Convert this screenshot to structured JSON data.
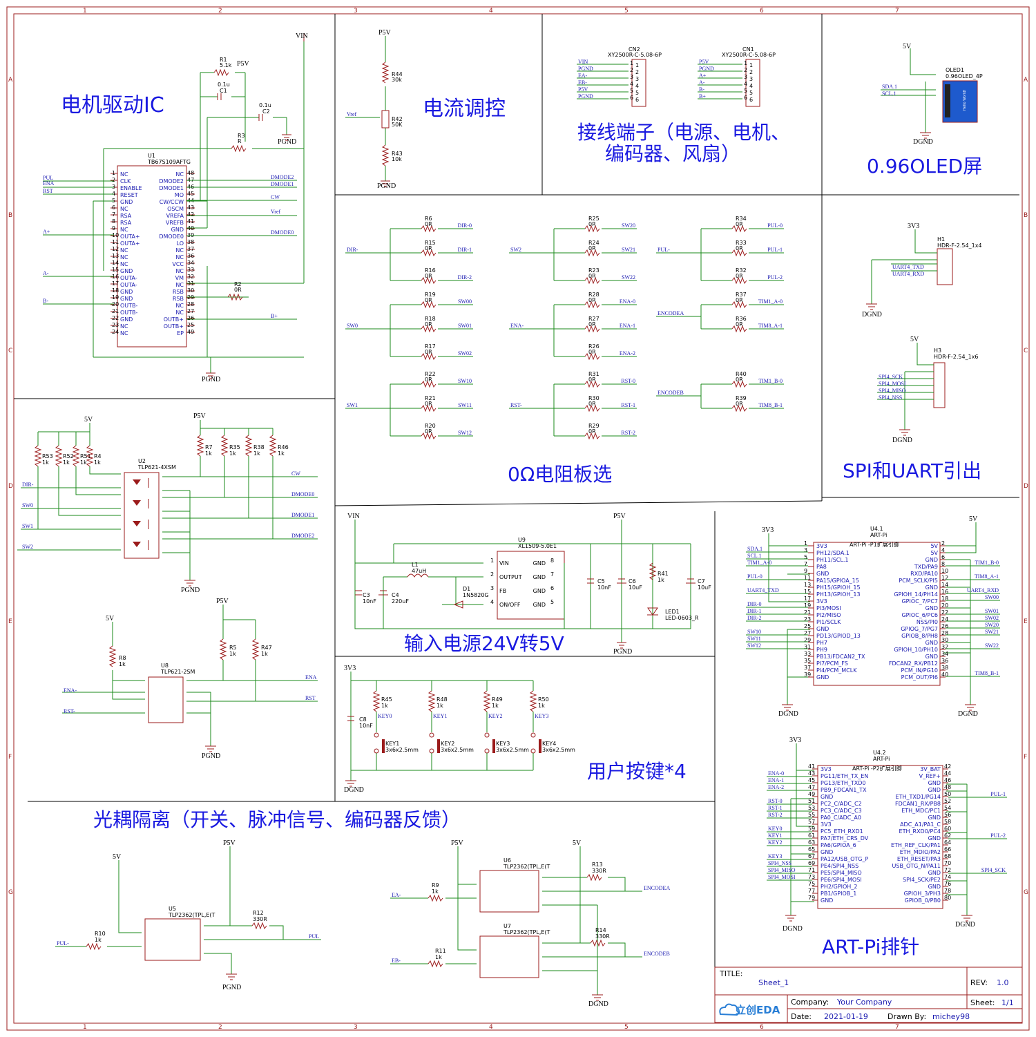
{
  "sections": {
    "motor": "电机驱动IC",
    "current": "电流调控",
    "terminals_1": "接线端子（电源、电机、",
    "terminals_2": "编码器、风扇）",
    "oled": "0.96OLED屏",
    "resistors": "0Ω电阻板选",
    "spi_uart": "SPI和UART引出",
    "power": "输入电源24V转5V",
    "keys": "用户按键*4",
    "opto": "光耦隔离（开关、脉冲信号、编码器反馈）",
    "artpi": "ART-Pi排针"
  },
  "col_labels": [
    "1",
    "2",
    "3",
    "4",
    "5",
    "6",
    "7"
  ],
  "row_labels": [
    "A",
    "B",
    "C",
    "D",
    "E",
    "F",
    "G"
  ],
  "u1": {
    "ref": "U1",
    "part": "TB67S109AFTG",
    "left_pins": [
      [
        "NC",
        "1"
      ],
      [
        "CLK",
        "2"
      ],
      [
        "ENABLE",
        "3"
      ],
      [
        "RESET",
        "4"
      ],
      [
        "GND",
        "5"
      ],
      [
        "NC",
        "6"
      ],
      [
        "RSA",
        "7"
      ],
      [
        "RSA",
        "8"
      ],
      [
        "NC",
        "9"
      ],
      [
        "OUTA+",
        "10"
      ],
      [
        "OUTA+",
        "11"
      ],
      [
        "NC",
        "12"
      ],
      [
        "NC",
        "13"
      ],
      [
        "NC",
        "14"
      ],
      [
        "GND",
        "15"
      ],
      [
        "OUTA-",
        "16"
      ],
      [
        "OUTA-",
        "17"
      ],
      [
        "GND",
        "18"
      ],
      [
        "GND",
        "19"
      ],
      [
        "OUTB-",
        "20"
      ],
      [
        "OUTB-",
        "21"
      ],
      [
        "GND",
        "22"
      ],
      [
        "NC",
        "23"
      ],
      [
        "NC",
        "24"
      ]
    ],
    "right_pins": [
      [
        "NC",
        "48"
      ],
      [
        "DMODE2",
        "47"
      ],
      [
        "DMODE1",
        "46"
      ],
      [
        "MO",
        "45"
      ],
      [
        "CW/CCW",
        "44"
      ],
      [
        "OSCM",
        "43"
      ],
      [
        "VREFA",
        "42"
      ],
      [
        "VREFB",
        "41"
      ],
      [
        "GND",
        "40"
      ],
      [
        "DMODE0",
        "39"
      ],
      [
        "LO",
        "38"
      ],
      [
        "NC",
        "37"
      ],
      [
        "NC",
        "36"
      ],
      [
        "VCC",
        "34"
      ],
      [
        "NC",
        "33"
      ],
      [
        "VM",
        "32"
      ],
      [
        "NC",
        "31"
      ],
      [
        "RSB",
        "30"
      ],
      [
        "RSB",
        "29"
      ],
      [
        "NC",
        "28"
      ],
      [
        "NC",
        "27"
      ],
      [
        "OUTB+",
        "26"
      ],
      [
        "OUTB+",
        "25"
      ],
      [
        "EP",
        "49"
      ]
    ],
    "left_nets": [
      "PUL",
      "ENA",
      "RST",
      "A+",
      "A-",
      "B-"
    ],
    "right_nets": [
      "DMODE2",
      "DMODE1",
      "CW",
      "Vref",
      "DMODE0",
      "B+"
    ]
  },
  "motor_parts": {
    "r1": "R1",
    "r1v": "5.1k",
    "c1": "C1",
    "c1v": "0.1u",
    "c2": "C2",
    "c2v": "0.1u",
    "r3": "R3",
    "r3v": "R",
    "r2": "R2",
    "r2v": "0R",
    "vin": "VIN",
    "p5v": "P5V",
    "pgnd": "PGND"
  },
  "current_ctl": {
    "p5v": "P5V",
    "r44": "R44",
    "r44v": "30k",
    "r42": "R42",
    "r42v": "50K",
    "r43": "R43",
    "r43v": "10k",
    "vref": "Vref",
    "pgnd": "PGND"
  },
  "cn2": {
    "ref": "CN2",
    "part": "XY2500R-C-5.08-6P",
    "nets": [
      "VIN",
      "PGND",
      "EA-",
      "EB-",
      "P5V",
      "PGND"
    ]
  },
  "cn1": {
    "ref": "CN1",
    "part": "XY2500R-C-5.08-6P",
    "nets": [
      "P5V",
      "PGND",
      "A+",
      "A-",
      "B-",
      "B+"
    ]
  },
  "oled_part": {
    "ref": "OLED1",
    "part": "0.96OLED_4P",
    "v": "5V",
    "nets": [
      "SDA.1",
      "SCL.1"
    ],
    "gnd": "DGND",
    "screen": "Hello World!"
  },
  "h1": {
    "ref": "H1",
    "part": "HDR-F-2.54_1x4",
    "v": "3V3",
    "nets": [
      "UART4_TXD",
      "UART4_RXD"
    ],
    "gnd": "DGND"
  },
  "h3": {
    "ref": "H3",
    "part": "HDR-F-2.54_1x6",
    "v": "5V",
    "nets": [
      "SPI4_SCK",
      "SPI4_MOSI",
      "SPI4_MISO",
      "SPI4_NSS"
    ],
    "gnd": "DGND"
  },
  "res_groups": [
    {
      "in": "DIR-",
      "rows": [
        [
          "R6",
          "0R",
          "DIR-0"
        ],
        [
          "R15",
          "0R",
          "DIR-1"
        ],
        [
          "R16",
          "0R",
          "DIR-2"
        ]
      ]
    },
    {
      "in": "SW2",
      "rows": [
        [
          "R25",
          "0R",
          "SW20"
        ],
        [
          "R24",
          "0R",
          "SW21"
        ],
        [
          "R23",
          "0R",
          "SW22"
        ]
      ]
    },
    {
      "in": "PUL-",
      "rows": [
        [
          "R34",
          "0R",
          "PUL-0"
        ],
        [
          "R33",
          "0R",
          "PUL-1"
        ],
        [
          "R32",
          "0R",
          "PUL-2"
        ]
      ]
    },
    {
      "in": "SW0",
      "rows": [
        [
          "R19",
          "0R",
          "SW00"
        ],
        [
          "R18",
          "0R",
          "SW01"
        ],
        [
          "R17",
          "0R",
          "SW02"
        ]
      ]
    },
    {
      "in": "ENA-",
      "rows": [
        [
          "R28",
          "0R",
          "ENA-0"
        ],
        [
          "R27",
          "0R",
          "ENA-1"
        ],
        [
          "R26",
          "0R",
          "ENA-2"
        ]
      ]
    },
    {
      "in": "ENCODEA",
      "rows": [
        [
          "R37",
          "0R",
          "TIM1_A-0"
        ],
        [
          "R36",
          "0R",
          "TIM8_A-1"
        ]
      ]
    },
    {
      "in": "SW1",
      "rows": [
        [
          "R22",
          "0R",
          "SW10"
        ],
        [
          "R21",
          "0R",
          "SW11"
        ],
        [
          "R20",
          "0R",
          "SW12"
        ]
      ]
    },
    {
      "in": "RST-",
      "rows": [
        [
          "R31",
          "0R",
          "RST-0"
        ],
        [
          "R30",
          "0R",
          "RST-1"
        ],
        [
          "R29",
          "0R",
          "RST-2"
        ]
      ]
    },
    {
      "in": "ENCODEB",
      "rows": [
        [
          "R40",
          "0R",
          "TIM1_B-0"
        ],
        [
          "R39",
          "0R",
          "TIM8_B-1"
        ]
      ]
    }
  ],
  "power_sec": {
    "vin": "VIN",
    "p5v": "P5V",
    "u9": "U9",
    "u9part": "XL1509-5.0E1",
    "u9left": [
      [
        "VIN",
        "1"
      ],
      [
        "OUTPUT",
        "2"
      ],
      [
        "FB",
        "3"
      ],
      [
        "ON/OFF",
        "4"
      ]
    ],
    "u9right": [
      [
        "GND",
        "8"
      ],
      [
        "GND",
        "7"
      ],
      [
        "GND",
        "6"
      ],
      [
        "GND",
        "5"
      ]
    ],
    "l1": "L1",
    "l1v": "47uH",
    "d1": "D1",
    "d1v": "1N5820G",
    "c3": "C3",
    "c3v": "10nF",
    "c4": "C4",
    "c4v": "220uF",
    "c5": "C5",
    "c5v": "10nF",
    "c6": "C6",
    "c6v": "10uF",
    "r41": "R41",
    "r41v": "1k",
    "led": "LED1",
    "ledv": "LED-0603_R",
    "c7": "C7",
    "c7v": "10uF",
    "pgnd": "PGND"
  },
  "keys_sec": {
    "v": "3V3",
    "c8": "C8",
    "c8v": "10nF",
    "gnd": "DGND",
    "keys": [
      [
        "R45",
        "1k",
        "KEY0",
        "KEY1"
      ],
      [
        "R48",
        "1k",
        "KEY1",
        "KEY2"
      ],
      [
        "R49",
        "1k",
        "KEY2",
        "KEY3"
      ],
      [
        "R50",
        "1k",
        "KEY3",
        "KEY4"
      ]
    ],
    "keypart": "3x6x2.5mm"
  },
  "u2": {
    "ref": "U2",
    "part": "TLP621-4XSM",
    "v5": "5V",
    "p5v": "P5V",
    "pgnd": "PGND",
    "rl": [
      [
        "R53",
        "1k"
      ],
      [
        "R52",
        "1k"
      ],
      [
        "R51",
        "1k"
      ],
      [
        "R4",
        "1k"
      ]
    ],
    "rr": [
      [
        "R7",
        "1k"
      ],
      [
        "R35",
        "1k"
      ],
      [
        "R38",
        "1k"
      ],
      [
        "R46",
        "1k"
      ]
    ],
    "left_nets": [
      "DIR-",
      "SW0",
      "SW1",
      "SW2"
    ],
    "right_nets": [
      "CW",
      "DMODE0",
      "DMODE1",
      "DMODE2"
    ]
  },
  "u8": {
    "ref": "U8",
    "part": "TLP621-2SM",
    "v5": "5V",
    "p5v": "P5V",
    "pgnd": "PGND",
    "r8": "R8",
    "r8v": "1k",
    "r5": "R5",
    "r5v": "1k",
    "r47": "R47",
    "r47v": "1k",
    "left_nets": [
      "ENA-",
      "RST-"
    ],
    "right_nets": [
      "ENA",
      "RST"
    ]
  },
  "u5": {
    "ref": "U5",
    "part": "TLP2362(TPL,E(T",
    "v5": "5V",
    "p5v": "P5V",
    "r10": "R10",
    "r10v": "1k",
    "r12": "R12",
    "r12v": "330R",
    "in": "PUL-",
    "out": "PUL",
    "gnd": "PGND"
  },
  "u6": {
    "ref": "U6",
    "part": "TLP2362(TPL,E(T",
    "p5v": "P5V",
    "v5": "5V",
    "r9": "R9",
    "r9v": "1k",
    "r13": "R13",
    "r13v": "330R",
    "in": "EA-",
    "out": "ENCODEA"
  },
  "u7": {
    "ref": "U7",
    "part": "TLP2362(TPL,E(T",
    "r11": "R11",
    "r11v": "1k",
    "r14": "R14",
    "r14v": "330R",
    "in": "EB-",
    "out": "ENCODEB",
    "gnd": "DGND"
  },
  "u41": {
    "ref": "U4.1",
    "part": "ART-Pi",
    "title": "ART-Pi -P1扩展引脚",
    "v3": "3V3",
    "v5": "5V",
    "gnd": "DGND",
    "left_pins": [
      [
        "3V3",
        "1"
      ],
      [
        "PH12/SDA.1",
        "3"
      ],
      [
        "PH11/SCL.1",
        "5"
      ],
      [
        "PA8",
        "7"
      ],
      [
        "GND",
        "9"
      ],
      [
        "PA15/GPIOA_15",
        "11"
      ],
      [
        "PH15/GPIOH_15",
        "13"
      ],
      [
        "PH13/GPIOH_13",
        "15"
      ],
      [
        "3V3",
        "17"
      ],
      [
        "PI3/MOSI",
        "19"
      ],
      [
        "PI2/MISO",
        "21"
      ],
      [
        "PI1/SCLK",
        "23"
      ],
      [
        "GND",
        "25"
      ],
      [
        "PD13/GPIOD_13",
        "27"
      ],
      [
        "PH7",
        "29"
      ],
      [
        "PH9",
        "31"
      ],
      [
        "PB13/FDCAN2_TX",
        "33"
      ],
      [
        "PI7/PCM_FS",
        "35"
      ],
      [
        "PI4/PCM_MCLK",
        "37"
      ],
      [
        "GND",
        "39"
      ]
    ],
    "right_pins": [
      [
        "5V",
        "2"
      ],
      [
        "5V",
        "4"
      ],
      [
        "GND",
        "6"
      ],
      [
        "TXD/PA9",
        "8"
      ],
      [
        "RXD/PA10",
        "10"
      ],
      [
        "PCM_SCLK/PI5",
        "12"
      ],
      [
        "GND",
        "14"
      ],
      [
        "GPIOH_14/PH14",
        "16"
      ],
      [
        "GPIOC_7/PC7",
        "18"
      ],
      [
        "GND",
        "20"
      ],
      [
        "GPIOC_6/PC6",
        "22"
      ],
      [
        "NSS/PI0",
        "24"
      ],
      [
        "GPIOG_7/PG7",
        "26"
      ],
      [
        "GPIOB_8/PH8",
        "28"
      ],
      [
        "GND",
        "30"
      ],
      [
        "GPIOH_10/PH10",
        "32"
      ],
      [
        "GND",
        "34"
      ],
      [
        "FDCAN2_RX/PB12",
        "36"
      ],
      [
        "PCM_IN/PG10",
        "38"
      ],
      [
        "PCM_OUT/PI6",
        "40"
      ]
    ],
    "left_nets": [
      "SDA.1",
      "SCL.1",
      "TIM1_A-0",
      "PUL-0",
      "UART4_TXD",
      "DIR-0",
      "DIR-1",
      "DIR-2",
      "SW10",
      "SW11",
      "SW12"
    ],
    "right_nets": [
      "TIM1_B-0",
      "TIM8_A-1",
      "UART4_RXD",
      "SW00",
      "SW01",
      "SW02",
      "SW20",
      "SW21",
      "SW22",
      "TIM8_B-1"
    ]
  },
  "u42": {
    "ref": "U4.2",
    "part": "ART-Pi",
    "title": "ART-Pi -P2扩展引脚",
    "v3": "3V3",
    "gnd": "DGND",
    "left_pins": [
      [
        "3V3",
        "41"
      ],
      [
        "PG11/ETH_TX_EN",
        "43"
      ],
      [
        "PG13/ETH_TXD0",
        "45"
      ],
      [
        "PB9_FDCAN1_TX",
        "47"
      ],
      [
        "GND",
        "49"
      ],
      [
        "PC2_C/ADC_C2",
        "51"
      ],
      [
        "PC3_C/ADC_C3",
        "53"
      ],
      [
        "PA0_C/ADC_A0",
        "55"
      ],
      [
        "3V3",
        "57"
      ],
      [
        "PC5_ETH_RXD1",
        "59"
      ],
      [
        "PA7/ETH_CRS_DV",
        "61"
      ],
      [
        "PA6/GPIOA_6",
        "63"
      ],
      [
        "GND",
        "65"
      ],
      [
        "PA12/USB_OTG_P",
        "67"
      ],
      [
        "PE4/SPI4_NSS",
        "69"
      ],
      [
        "PE5/SPI4_MISO",
        "71"
      ],
      [
        "PE6/SPI4_MOSI",
        "73"
      ],
      [
        "PH2/GPIOH_2",
        "75"
      ],
      [
        "PB1/GPIOB_1",
        "77"
      ],
      [
        "GND",
        "79"
      ]
    ],
    "right_pins": [
      [
        "3V_BAT",
        "42"
      ],
      [
        "V_REF+",
        "44"
      ],
      [
        "GND",
        "46"
      ],
      [
        "GND",
        "48"
      ],
      [
        "ETH_TXD1/PG14",
        "50"
      ],
      [
        "FDCAN1_RX/PB8",
        "52"
      ],
      [
        "ETH_MDC/PC1",
        "54"
      ],
      [
        "GND",
        "56"
      ],
      [
        "ADC_A1/PA1_C",
        "58"
      ],
      [
        "ETH_RXD0/PC4",
        "60"
      ],
      [
        "GND",
        "62"
      ],
      [
        "ETH_REF_CLK/PA1",
        "64"
      ],
      [
        "ETH_MDIO/PA2",
        "66"
      ],
      [
        "ETH_RESET/PA3",
        "68"
      ],
      [
        "USB_OTG_N/PA11",
        "70"
      ],
      [
        "GND",
        "72"
      ],
      [
        "SPI4_SCK/PE2",
        "74"
      ],
      [
        "GND",
        "76"
      ],
      [
        "GPIOH_3/PH3",
        "78"
      ],
      [
        "GPIOB_0/PB0",
        "80"
      ]
    ],
    "left_nets": [
      "ENA-0",
      "ENA-1",
      "ENA-2",
      "RST-0",
      "RST-1",
      "RST-2",
      "KEY0",
      "KEY1",
      "KEY2",
      "KEY3",
      "SPI4_NSS",
      "SPI4_MISO",
      "SPI4_MOSI"
    ],
    "right_nets": [
      "PUL-1",
      "PUL-2",
      "SPI4_SCK"
    ]
  },
  "titleblock": {
    "title_label": "TITLE:",
    "title": "Sheet_1",
    "rev_label": "REV:",
    "rev": "1.0",
    "company_label": "Company:",
    "company": "Your Company",
    "sheet_label": "Sheet:",
    "sheet": "1/1",
    "date_label": "Date:",
    "date": "2021-01-19",
    "drawn_label": "Drawn By:",
    "drawn": "michey98",
    "logo": "立创EDA"
  }
}
